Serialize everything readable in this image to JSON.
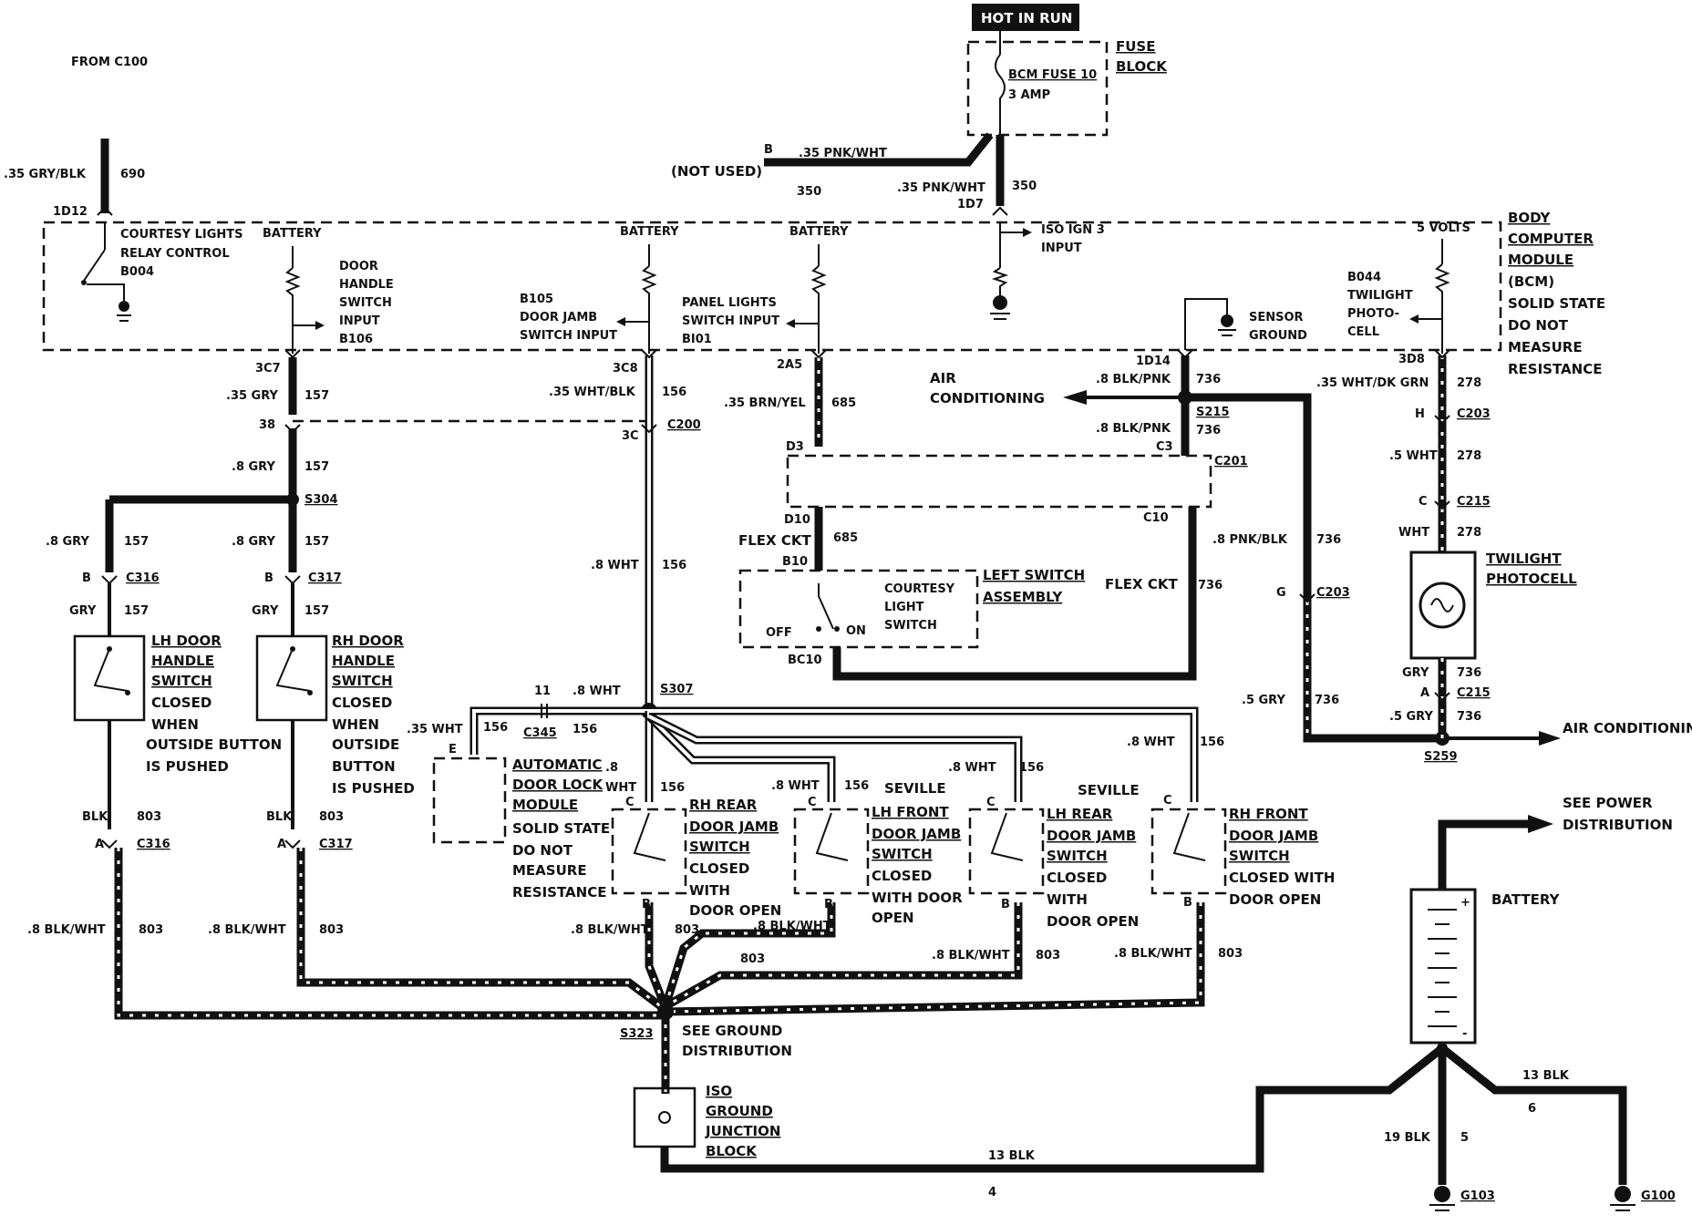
{
  "header": {
    "hot_in_run": "HOT IN RUN",
    "from_c100": "FROM C100",
    "fuse_block": [
      "FUSE",
      "BLOCK"
    ],
    "bcm_fuse": "BCM FUSE 10",
    "bcm_fuse_amp": "3 AMP",
    "not_used": "(NOT USED)",
    "b": "B"
  },
  "wires_top": {
    "w690_gauge": ".35 GRY/BLK",
    "w690": "690",
    "c1d12": "1D12",
    "pnk_wht_a": ".35 PNK/WHT",
    "n350a": "350",
    "pnk_wht_b": ".35 PNK/WHT",
    "n350b": "350",
    "c1d7": "1D7"
  },
  "bcm": {
    "title": [
      "BODY",
      "COMPUTER",
      "MODULE"
    ],
    "sub": [
      "(BCM)",
      "SOLID STATE",
      "DO NOT",
      "MEASURE",
      "RESISTANCE"
    ],
    "courtesy": [
      "COURTESY LIGHTS",
      "RELAY CONTROL",
      "B004"
    ],
    "battery1": "BATTERY",
    "door_handle": [
      "DOOR",
      "HANDLE",
      "SWITCH",
      "INPUT",
      "B106"
    ],
    "battery2": "BATTERY",
    "door_jamb": [
      "B105",
      "DOOR JAMB",
      "SWITCH INPUT"
    ],
    "battery3": "BATTERY",
    "panel_lights": [
      "PANEL LIGHTS",
      "SWITCH INPUT",
      "BI01"
    ],
    "iso_ign": [
      "ISO IGN 3",
      "INPUT"
    ],
    "sensor_ground": [
      "SENSOR",
      "GROUND"
    ],
    "twilight_photo": [
      "B044",
      "TWILIGHT",
      "PHOTO-",
      "CELL"
    ],
    "five_volts": "5 VOLTS"
  },
  "connectors": {
    "c3c7": "3C7",
    "c3c8": "3C8",
    "c2a5": "2A5",
    "c1d14": "1D14",
    "c3d8": "3D8",
    "c38": "38",
    "c3c": "3C",
    "c200": "C200",
    "s304": "S304",
    "s215": "S215",
    "c203h": "H",
    "c203": "C203",
    "cC3": "C3",
    "d3": "D3",
    "c201": "C201",
    "d10": "D10",
    "c10": "C10",
    "b10": "B10",
    "c215c": "C",
    "c215": "C215",
    "c316b": "B",
    "c316": "C316",
    "c317b": "B",
    "c317": "C317",
    "c203g": "G",
    "c203b": "C203",
    "bc10": "BC10",
    "c215a": "A",
    "c215b": "C215",
    "s259": "S259",
    "s307": "S307",
    "c345n": "11",
    "c345": "C345",
    "e": "E",
    "c316a": "A",
    "c316x": "C316",
    "c317a": "A",
    "c317x": "C317",
    "s323": "S323"
  },
  "wire_labels": {
    "gry157a": ".35 GRY",
    "n157a": "157",
    "wht156a": ".35 WHT/BLK",
    "n156a": "156",
    "brn685": ".35 BRN/YEL",
    "n685a": "685",
    "blkpnk1": ".8 BLK/PNK",
    "n736a": "736",
    "blkpnk2": ".8 BLK/PNK",
    "n736b": "736",
    "whtgrn": ".35 WHT/DK GRN",
    "n278a": "278",
    "wht278b": ".5 WHT",
    "n278b": "278",
    "wht278c": "WHT",
    "n278c": "278",
    "gry157b": ".8 GRY",
    "n157b": "157",
    "gry157c": ".8 GRY",
    "n157c": "157",
    "gry157d": ".8 GRY",
    "n157d": "157",
    "gry157e": "GRY",
    "n157e": "157",
    "gry157f": "GRY",
    "n157f": "157",
    "wht156b": ".8 WHT",
    "n156b": "156",
    "flex685": "FLEX CKT",
    "n685b": "685",
    "pnkblk": ".8 PNK/BLK",
    "n736c": "736",
    "flex736": "FLEX CKT",
    "n736d": "736",
    "gry736a": "GRY",
    "n736e": "736",
    "gry736b": ".5 GRY",
    "n736f": "736",
    "gry736c": ".5 GRY",
    "n736g": "736",
    "wht156c": ".8 WHT",
    "wht156d": ".35 WHT",
    "n156d": "156",
    "n156e": "156",
    "wht156f": ".8",
    "wht156g": "WHT",
    "n156g": "156",
    "wht156h": ".8 WHT",
    "n156h": "156",
    "wht156i": ".8 WHT",
    "n156i": "156",
    "wht156j": ".8 WHT",
    "n156j": "156",
    "blk803a": "BLK",
    "n803a": "803",
    "blk803b": "BLK",
    "n803b": "803",
    "bw803a": ".8 BLK/WHT",
    "n803c": "803",
    "bw803b": ".8 BLK/WHT",
    "n803d": "803",
    "bw803c": ".8 BLK/WHT",
    "n803e": "803",
    "bw803d": ".8 BLK/WHT",
    "n803f": "803",
    "bw803e": ".8 BLK/WHT",
    "n803g": "803",
    "bw803f": ".8 BLK/WHT",
    "n803h": "803",
    "blk13a": "13 BLK",
    "n4": "4",
    "blk13b": "13 BLK",
    "n6": "6",
    "blk19": "19 BLK",
    "n5": "5"
  },
  "components": {
    "air_cond1": [
      "AIR",
      "CONDITIONING"
    ],
    "air_cond2": "AIR CONDITIONING",
    "twilight": [
      "TWILIGHT",
      "PHOTOCELL"
    ],
    "left_switch": [
      "LEFT SWITCH",
      "ASSEMBLY"
    ],
    "courtesy_sw": [
      "COURTESY",
      "LIGHT",
      "SWITCH"
    ],
    "off": "OFF",
    "on": "ON",
    "lh_door": [
      "LH DOOR",
      "HANDLE",
      "SWITCH",
      "CLOSED",
      "WHEN",
      "OUTSIDE BUTTON",
      "IS PUSHED"
    ],
    "rh_door": [
      "RH DOOR",
      "HANDLE",
      "SWITCH",
      "CLOSED",
      "WHEN",
      "OUTSIDE",
      "BUTTON",
      "IS PUSHED"
    ],
    "adlm": [
      "AUTOMATIC",
      "DOOR LOCK",
      "MODULE",
      "SOLID STATE",
      "DO NOT",
      "MEASURE",
      "RESISTANCE"
    ],
    "rh_rear": [
      "RH REAR",
      "DOOR JAMB",
      "SWITCH",
      "CLOSED",
      "WITH",
      "DOOR OPEN"
    ],
    "seville1": "SEVILLE",
    "lh_front": [
      "LH FRONT",
      "DOOR JAMB",
      "SWITCH",
      "CLOSED",
      "WITH DOOR",
      "OPEN"
    ],
    "seville2": "SEVILLE",
    "lh_rear": [
      "LH REAR",
      "DOOR JAMB",
      "SWITCH",
      "CLOSED",
      "WITH",
      "DOOR OPEN"
    ],
    "rh_front": [
      "RH FRONT",
      "DOOR JAMB",
      "SWITCH",
      "CLOSED WITH",
      "DOOR OPEN"
    ],
    "pin_c": "C",
    "pin_b": "B",
    "see_power": [
      "SEE POWER",
      "DISTRIBUTION"
    ],
    "battery": "BATTERY",
    "see_ground": [
      "SEE GROUND",
      "DISTRIBUTION"
    ],
    "iso_ground": [
      "ISO",
      "GROUND",
      "JUNCTION",
      "BLOCK"
    ],
    "g103": "G103",
    "g100": "G100",
    "plus": "+",
    "minus": "-"
  }
}
